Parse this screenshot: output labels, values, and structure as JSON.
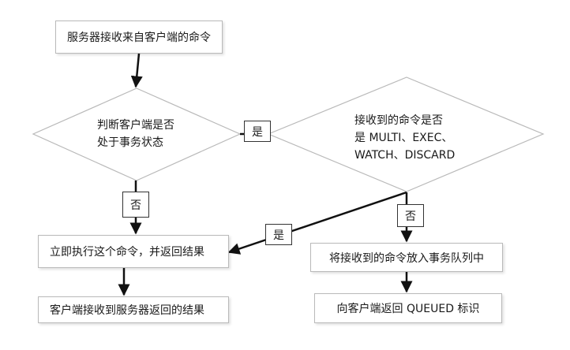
{
  "nodes": {
    "receive_command": "服务器接收来自客户端的命令",
    "check_transaction_line1": "判断客户端是否",
    "check_transaction_line2": "处于事务状态",
    "check_command_line1": "接收到的命令是否",
    "check_command_line2": "是 MULTI、EXEC、",
    "check_command_line3": "WATCH、DISCARD",
    "execute_now": "立即执行这个命令，并返回结果",
    "client_receives": "客户端接收到服务器返回的结果",
    "enqueue": "将接收到的命令放入事务队列中",
    "return_queued": "向客户端返回 QUEUED 标识"
  },
  "edge_labels": {
    "yes_transaction": "是",
    "no_transaction": "否",
    "yes_command": "是",
    "no_command": "否"
  },
  "colors": {
    "line": "#111111",
    "shape_border": "#b9b9b9",
    "label_border": "#333333",
    "text": "#1a1a1a"
  }
}
